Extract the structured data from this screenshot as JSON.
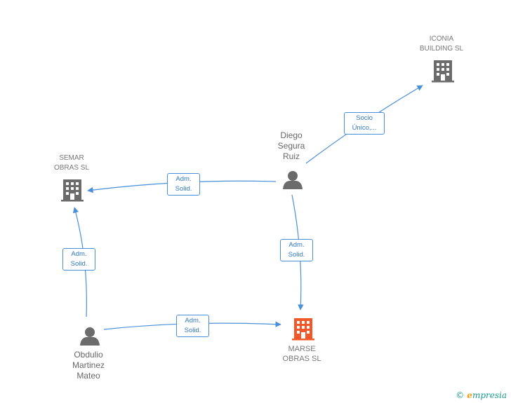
{
  "nodes": {
    "iconia": {
      "label_lines": [
        "ICONIA",
        "BUILDING SL"
      ],
      "type": "company",
      "color": "#6b6b6b"
    },
    "semar": {
      "label_lines": [
        "SEMAR",
        "OBRAS SL"
      ],
      "type": "company",
      "color": "#6b6b6b"
    },
    "marse": {
      "label_lines": [
        "MARSE",
        "OBRAS SL"
      ],
      "type": "company",
      "color": "#f0582a"
    },
    "diego": {
      "label_lines": [
        "Diego",
        "Segura",
        "Ruiz"
      ],
      "type": "person",
      "color": "#6b6b6b"
    },
    "obdulio": {
      "label_lines": [
        "Obdulio",
        "Martinez",
        "Mateo"
      ],
      "type": "person",
      "color": "#6b6b6b"
    }
  },
  "edges": {
    "diego_iconia": {
      "label_lines": [
        "Socio",
        "Único,..."
      ]
    },
    "diego_semar": {
      "label_lines": [
        "Adm.",
        "Solid."
      ]
    },
    "diego_marse": {
      "label_lines": [
        "Adm.",
        "Solid."
      ]
    },
    "obdulio_semar": {
      "label_lines": [
        "Adm.",
        "Solid."
      ]
    },
    "obdulio_marse": {
      "label_lines": [
        "Adm.",
        "Solid."
      ]
    }
  },
  "colors": {
    "edge": "#4a90d9",
    "edge_text": "#2f78c4"
  },
  "brand": {
    "copyright": "©",
    "e": "e",
    "rest": "mpresia"
  }
}
